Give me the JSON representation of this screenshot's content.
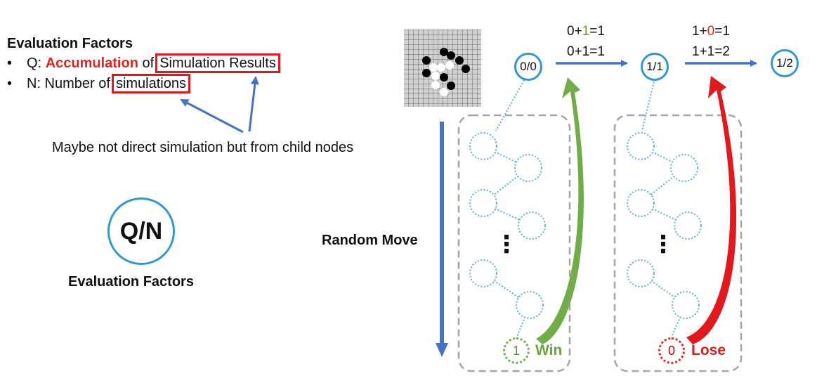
{
  "heading": "Evaluation Factors",
  "bullets": {
    "q_prefix": "Q:",
    "q_accent": "Accumulation",
    "q_mid": "of",
    "q_boxed": "Simulation Results",
    "n_prefix": "N: Number of",
    "n_boxed": "simulations"
  },
  "note": "Maybe not direct simulation but from child nodes",
  "qn": {
    "label": "Q/N",
    "caption": "Evaluation Factors"
  },
  "random_move": "Random Move",
  "nodes": [
    "0/0",
    "1/1",
    "1/2"
  ],
  "formulas": {
    "first": {
      "line1_a": "0+",
      "line1_b": "1",
      "line1_c": "=1",
      "line2": "0+1=1"
    },
    "second": {
      "line1_a": "1+",
      "line1_b": "0",
      "line1_c": "=1",
      "line2": "1+1=2"
    }
  },
  "leaves": {
    "win": {
      "value": "1",
      "label": "Win"
    },
    "lose": {
      "value": "0",
      "label": "Lose"
    }
  },
  "ellipsis": "⋮",
  "colors": {
    "accent_red": "#e3231f",
    "node_blue": "#2e98d6",
    "arrow_blue": "#4472c4",
    "win_green": "#70ad47",
    "lose_red": "#e3171c"
  }
}
